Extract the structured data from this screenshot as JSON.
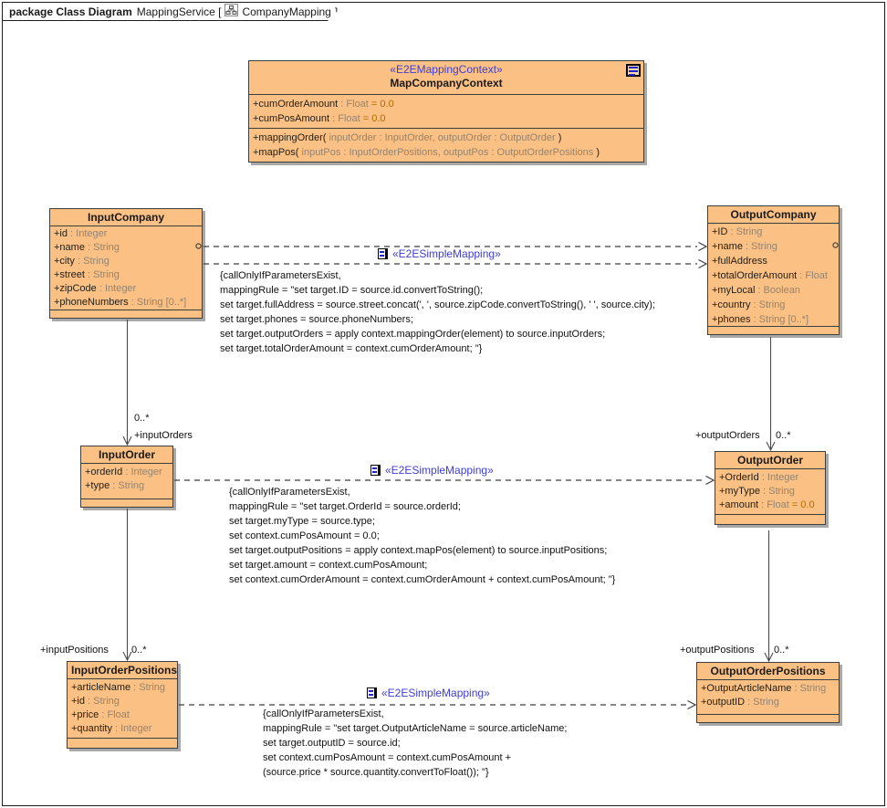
{
  "frame": {
    "tab_bold": "package Class Diagram",
    "tab_text": "MappingService [",
    "tab_diagram": "CompanyMapping",
    "tab_close": "]"
  },
  "colors": {
    "class_fill": "#fbc184",
    "shadow_gray": "#a8a8a8",
    "stereotype_blue": "#3d3dd8",
    "type_gray": "#94836f",
    "default_orange": "#b26a00",
    "icon_blue": "#2323cc",
    "line_dark": "#3d3d3d"
  },
  "classes": {
    "map_company_context": {
      "stereotype": "«E2EMappingContext»",
      "name": "MapCompanyContext",
      "attributes": [
        {
          "name": "+cumOrderAmount",
          "type": " : Float",
          "default": " = 0.0"
        },
        {
          "name": "+cumPosAmount",
          "type": " : Float",
          "default": " = 0.0"
        }
      ],
      "operations": [
        {
          "name": "+mappingOrder(",
          "params": " inputOrder : InputOrder, outputOrder : OutputOrder",
          "close": " )"
        },
        {
          "name": "+mapPos(",
          "params": " inputPos : InputOrderPositions, outputPos : OutputOrderPositions",
          "close": " )"
        }
      ]
    },
    "input_company": {
      "name": "InputCompany",
      "attributes": [
        {
          "name": "+id",
          "type": " : Integer"
        },
        {
          "name": "+name",
          "type": " : String"
        },
        {
          "name": "+city",
          "type": " : String"
        },
        {
          "name": "+street",
          "type": " : String"
        },
        {
          "name": "+zipCode",
          "type": " : Integer"
        },
        {
          "name": "+phoneNumbers",
          "type": " : String [0..*]"
        }
      ]
    },
    "output_company": {
      "name": "OutputCompany",
      "attributes": [
        {
          "name": "+ID",
          "type": " : String"
        },
        {
          "name": "+name",
          "type": " : String"
        },
        {
          "name": "+fullAddress",
          "type": ""
        },
        {
          "name": "+totalOrderAmount",
          "type": " : Float"
        },
        {
          "name": "+myLocal",
          "type": " : Boolean"
        },
        {
          "name": "+country",
          "type": " : String"
        },
        {
          "name": "+phones",
          "type": " : String [0..*]"
        }
      ]
    },
    "input_order": {
      "name": "InputOrder",
      "attributes": [
        {
          "name": "+orderId",
          "type": " : Integer"
        },
        {
          "name": "+type",
          "type": " : String"
        }
      ]
    },
    "output_order": {
      "name": "OutputOrder",
      "attributes": [
        {
          "name": "+OrderId",
          "type": " : Integer"
        },
        {
          "name": "+myType",
          "type": " : String"
        },
        {
          "name": "+amount",
          "type": " : Float",
          "default": " = 0.0"
        }
      ]
    },
    "input_order_positions": {
      "name": "InputOrderPositions",
      "attributes": [
        {
          "name": "+articleName",
          "type": " : String"
        },
        {
          "name": "+id",
          "type": " : String"
        },
        {
          "name": "+price",
          "type": " : Float"
        },
        {
          "name": "+quantity",
          "type": " : Integer"
        }
      ]
    },
    "output_order_positions": {
      "name": "OutputOrderPositions",
      "attributes": [
        {
          "name": "+OutputArticleName",
          "type": " : String"
        },
        {
          "name": "+outputID",
          "type": " : String"
        }
      ]
    }
  },
  "mappings": [
    {
      "stereotype": "«E2ESimpleMapping»",
      "constraint": [
        "{callOnlyIfParametersExist,",
        "mappingRule = \"set target.ID = source.id.convertToString();",
        "set target.fullAddress = source.street.concat(', ', source.zipCode.convertToString(), ' ', source.city);",
        "set target.phones = source.phoneNumbers;",
        "set target.outputOrders = apply context.mappingOrder(element) to source.inputOrders;",
        "set target.totalOrderAmount = context.cumOrderAmount; \"}"
      ]
    },
    {
      "stereotype": "«E2ESimpleMapping»",
      "constraint": [
        "{callOnlyIfParametersExist,",
        "mappingRule = \"set target.OrderId = source.orderId;",
        "set target.myType = source.type;",
        "set context.cumPosAmount = 0.0;",
        "set target.outputPositions = apply context.mapPos(element) to source.inputPositions;",
        "set target.amount = context.cumPosAmount;",
        "set context.cumOrderAmount = context.cumOrderAmount + context.cumPosAmount; \"}"
      ]
    },
    {
      "stereotype": "«E2ESimpleMapping»",
      "constraint": [
        "{callOnlyIfParametersExist,",
        "mappingRule = \"set target.OutputArticleName = source.articleName;",
        "set target.outputID = source.id;",
        "set context.cumPosAmount = context.cumPosAmount +",
        "(source.price * source.quantity.convertToFloat()); \"}"
      ]
    }
  ],
  "associations": {
    "input_orders": {
      "mult": "0..*",
      "role": "+inputOrders"
    },
    "output_orders": {
      "role": "+outputOrders",
      "mult": "0..*"
    },
    "input_positions": {
      "role": "+inputPositions",
      "mult": "0..*"
    },
    "output_positions": {
      "role": "+outputPositions",
      "mult": "0..*"
    }
  }
}
